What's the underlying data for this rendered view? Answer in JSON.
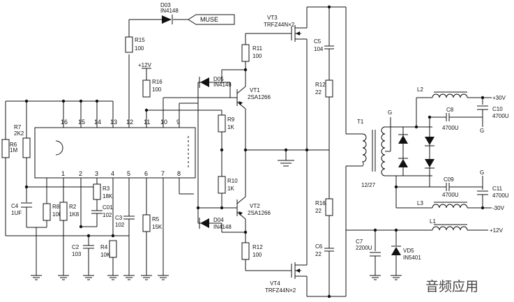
{
  "ic": {
    "top_pins": [
      "16",
      "15",
      "14",
      "13",
      "12",
      "11",
      "10",
      "9"
    ],
    "bottom_pins": [
      "1",
      "2",
      "3",
      "4",
      "5",
      "6",
      "7",
      "8"
    ]
  },
  "components": {
    "D03": [
      "D03",
      "IN4148"
    ],
    "MUSE": "MUSE",
    "R15": [
      "R15",
      "100"
    ],
    "V12": "+12V",
    "R16a": [
      "R16",
      "100"
    ],
    "R7": [
      "R7",
      "2K2"
    ],
    "R6": [
      "R6",
      "1M"
    ],
    "C4": [
      "C4",
      "1UF"
    ],
    "R8": [
      "R8",
      "10K"
    ],
    "R2": [
      "R2",
      "1K8"
    ],
    "R3": [
      "R3",
      "18K"
    ],
    "C01": [
      "C01",
      "102"
    ],
    "C3": [
      "C3",
      "102"
    ],
    "R5": [
      "R5",
      "15K"
    ],
    "C2": [
      "C2",
      "103"
    ],
    "R4": [
      "R4",
      "10K"
    ],
    "VT3": [
      "VT3",
      "TRFZ44N×2"
    ],
    "R11": [
      "R11",
      "100"
    ],
    "D05": [
      "D05",
      "IN4148"
    ],
    "VT1": [
      "VT1",
      "2SA1266"
    ],
    "R9": [
      "R9",
      "1K"
    ],
    "R10": [
      "R10",
      "1K"
    ],
    "D04": [
      "D04",
      "IN4148"
    ],
    "VT2": [
      "VT2",
      "2SA1266"
    ],
    "R12a": [
      "R12",
      "100"
    ],
    "VT4": [
      "VT4",
      "TRFZ44N×2"
    ],
    "C5": [
      "C5",
      "104"
    ],
    "R12b": [
      "R12",
      "22"
    ],
    "R16b": [
      "R16",
      "22"
    ],
    "C6": [
      "C6",
      "22"
    ],
    "T1": [
      "T1",
      "12/27"
    ],
    "L2": "L2",
    "C8": [
      "C8",
      "4700U"
    ],
    "C10": [
      "C10",
      "4700U"
    ],
    "P30": "+30V",
    "C09": [
      "C09",
      "4700U"
    ],
    "C11": [
      "C11",
      "4700U"
    ],
    "L3": "L3",
    "M30": "-30V",
    "L1": "L1",
    "P12": "+12V",
    "C7": [
      "C7",
      "2200U"
    ],
    "VD5": [
      "VD5",
      "IN5401"
    ],
    "G": "G"
  },
  "watermark": "音频应用"
}
